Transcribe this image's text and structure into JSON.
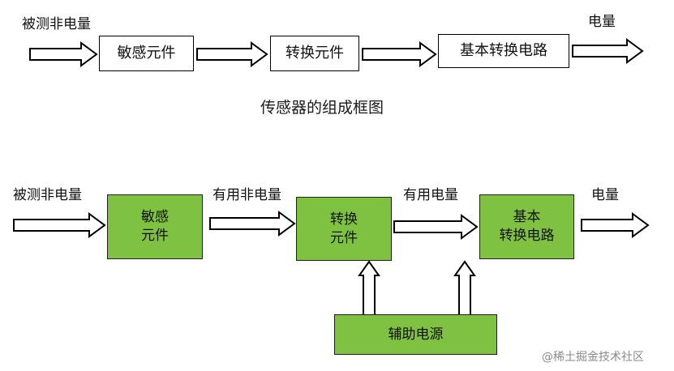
{
  "colors": {
    "block_fill": "#7fc241",
    "block_border": "#1f1f1f",
    "line": "#000000"
  },
  "top_diagram": {
    "input_label": "被测非电量",
    "output_label": "电量",
    "blocks": [
      "敏感元件",
      "转换元件",
      "基本转换电路"
    ],
    "caption": "传感器的组成框图"
  },
  "bottom_diagram": {
    "input_label": "被测非电量",
    "mid_label_1": "有用非电量",
    "mid_label_2": "有用电量",
    "output_label": "电量",
    "blocks": [
      {
        "line1": "敏感",
        "line2": "元件"
      },
      {
        "line1": "转换",
        "line2": "元件"
      },
      {
        "line1": "基本",
        "line2": "转换电路"
      }
    ],
    "power_block": "辅助电源"
  },
  "watermark": "@稀土掘金技术社区"
}
